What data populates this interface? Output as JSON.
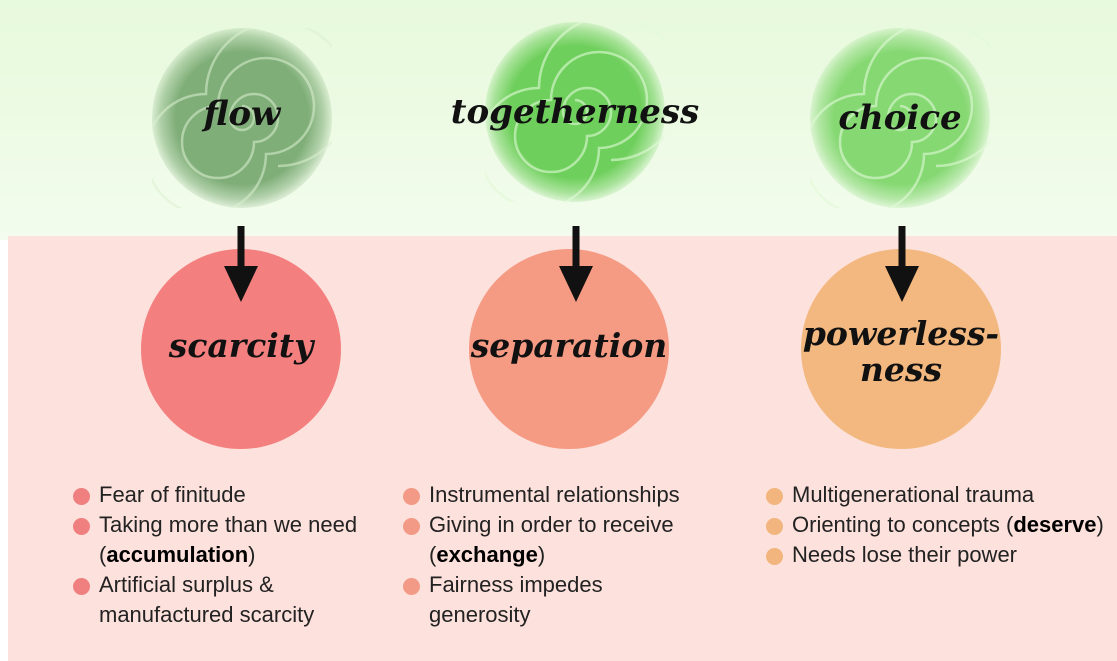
{
  "top_words": [
    "flow",
    "togetherness",
    "choice"
  ],
  "circles": [
    {
      "label": "scarcity",
      "color": "#f47f7f"
    },
    {
      "label": "separation",
      "color": "#f59a83"
    },
    {
      "label": "powerless-\nness",
      "line1": "powerless-",
      "line2": "ness",
      "color": "#f3b87f"
    }
  ],
  "lists": [
    {
      "dot_color": "#f08080",
      "items": [
        {
          "text": "Fear of finitude"
        },
        {
          "before": "Taking more than we need (",
          "bold": "accumulation",
          "after": ")"
        },
        {
          "text": "Artificial surplus & manufactured scarcity"
        }
      ]
    },
    {
      "dot_color": "#f29a85",
      "items": [
        {
          "text": "Instrumental relationships"
        },
        {
          "before": "Giving in order to receive (",
          "bold": "exchange",
          "after": ")"
        },
        {
          "text": "Fairness impedes generosity"
        }
      ]
    },
    {
      "dot_color": "#f2b57e",
      "items": [
        {
          "text": "Multigenerational trauma"
        },
        {
          "before": "Orienting to concepts (",
          "bold": "deserve",
          "after": ")"
        },
        {
          "text": "Needs lose their power"
        }
      ]
    }
  ],
  "colors": {
    "top_background": "#e9f9df",
    "bottom_background": "#fde1dc",
    "glow_flow": "#7fae78",
    "glow_togetherness": "#6fcf5c",
    "glow_choice": "#86d873",
    "arrow": "#111111"
  }
}
